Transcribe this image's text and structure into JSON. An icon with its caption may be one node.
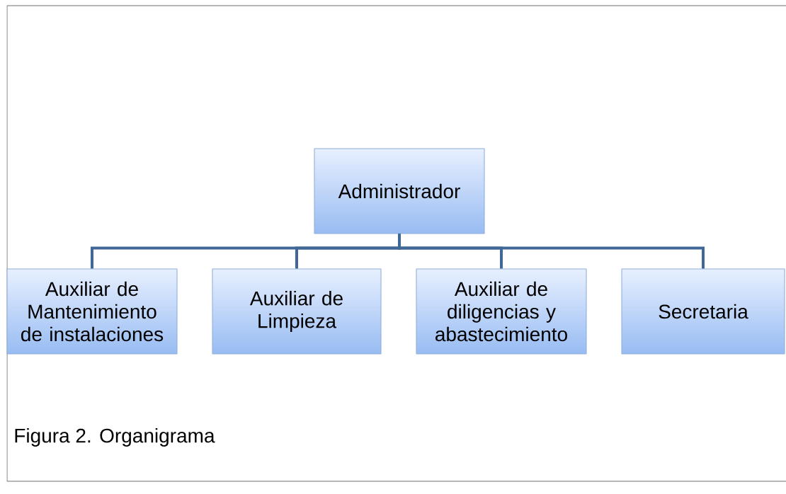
{
  "diagram": {
    "caption": "Figura 2. Organigrama",
    "nodes": [
      {
        "text": [
          "Administrador"
        ]
      },
      {
        "text": [
          "Auxiliar de Mantenimiento de instalaciones"
        ]
      },
      {
        "text": [
          "Auxiliar de Limpieza"
        ]
      },
      {
        "text": [
          "Auxiliar de diligencias y abastecimiento"
        ]
      },
      {
        "text": [
          "Secretaria"
        ]
      }
    ],
    "edges": [
      {
        "from": 0,
        "to": 1,
        "arrow": "none"
      },
      {
        "from": 0,
        "to": 2,
        "arrow": "none"
      },
      {
        "from": 0,
        "to": 3,
        "arrow": "none"
      },
      {
        "from": 0,
        "to": 4,
        "arrow": "none"
      }
    ]
  }
}
